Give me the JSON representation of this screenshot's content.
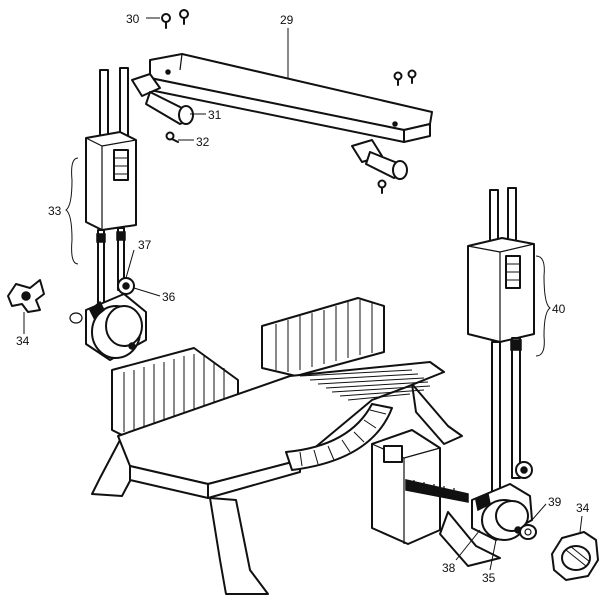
{
  "callouts": {
    "c29": "29",
    "c30": "30",
    "c31": "31",
    "c32": "32",
    "c33": "33",
    "c34_left": "34",
    "c34_right": "34",
    "c35": "35",
    "c36": "36",
    "c37": "37",
    "c38": "38",
    "c39": "39",
    "c40": "40"
  }
}
